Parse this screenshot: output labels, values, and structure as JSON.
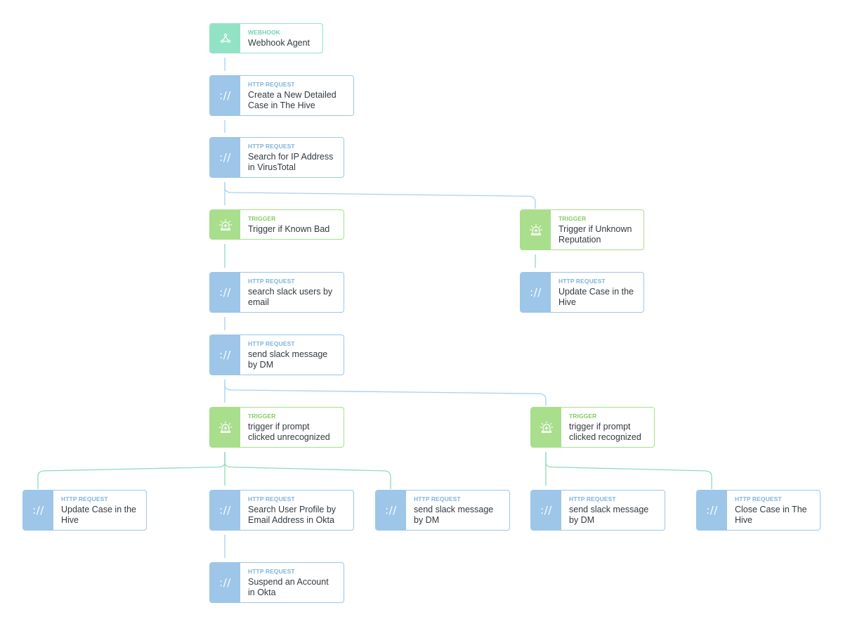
{
  "colors": {
    "http": "#9dc6e8",
    "trigger": "#a8de8c",
    "webhook": "#92e3c6",
    "edge_http": "#a9d0ee",
    "edge_trigger": "#8fdcb8"
  },
  "icons": {
    "webhook": "webhook-icon",
    "http": "http-request-icon",
    "trigger": "siren-icon"
  },
  "http_glyph": "://",
  "nodes": [
    {
      "id": "n1",
      "kind": "webhook",
      "type": "WEBHOOK",
      "label": "Webhook Agent"
    },
    {
      "id": "n2",
      "kind": "http",
      "type": "HTTP REQUEST",
      "label": "Create a New Detailed Case in The Hive"
    },
    {
      "id": "n3",
      "kind": "http",
      "type": "HTTP REQUEST",
      "label": "Search for IP Address in VirusTotal"
    },
    {
      "id": "n4",
      "kind": "trigger",
      "type": "TRIGGER",
      "label": "Trigger if Known Bad"
    },
    {
      "id": "n5",
      "kind": "trigger",
      "type": "TRIGGER",
      "label": "Trigger if Unknown Reputation"
    },
    {
      "id": "n6",
      "kind": "http",
      "type": "HTTP REQUEST",
      "label": "search slack users by email"
    },
    {
      "id": "n7",
      "kind": "http",
      "type": "HTTP REQUEST",
      "label": "Update Case in the Hive"
    },
    {
      "id": "n8",
      "kind": "http",
      "type": "HTTP REQUEST",
      "label": "send slack message by DM"
    },
    {
      "id": "n9",
      "kind": "trigger",
      "type": "TRIGGER",
      "label": "trigger if prompt clicked unrecognized"
    },
    {
      "id": "n10",
      "kind": "trigger",
      "type": "TRIGGER",
      "label": "trigger if prompt clicked recognized"
    },
    {
      "id": "n11",
      "kind": "http",
      "type": "HTTP REQUEST",
      "label": "Update Case in the Hive"
    },
    {
      "id": "n12",
      "kind": "http",
      "type": "HTTP REQUEST",
      "label": "Search User Profile by Email Address in Okta"
    },
    {
      "id": "n13",
      "kind": "http",
      "type": "HTTP REQUEST",
      "label": "send slack message by DM"
    },
    {
      "id": "n14",
      "kind": "http",
      "type": "HTTP REQUEST",
      "label": "send slack message by DM"
    },
    {
      "id": "n15",
      "kind": "http",
      "type": "HTTP REQUEST",
      "label": "Close Case in The Hive"
    },
    {
      "id": "n16",
      "kind": "http",
      "type": "HTTP REQUEST",
      "label": "Suspend an Account in Okta"
    }
  ],
  "edges": [
    {
      "from": "n1",
      "to": "n2"
    },
    {
      "from": "n2",
      "to": "n3"
    },
    {
      "from": "n3",
      "to": "n4"
    },
    {
      "from": "n3",
      "to": "n5"
    },
    {
      "from": "n4",
      "to": "n6"
    },
    {
      "from": "n5",
      "to": "n7"
    },
    {
      "from": "n6",
      "to": "n8"
    },
    {
      "from": "n8",
      "to": "n9"
    },
    {
      "from": "n8",
      "to": "n10"
    },
    {
      "from": "n9",
      "to": "n11"
    },
    {
      "from": "n9",
      "to": "n12"
    },
    {
      "from": "n9",
      "to": "n13"
    },
    {
      "from": "n10",
      "to": "n14"
    },
    {
      "from": "n10",
      "to": "n15"
    },
    {
      "from": "n12",
      "to": "n16"
    }
  ]
}
